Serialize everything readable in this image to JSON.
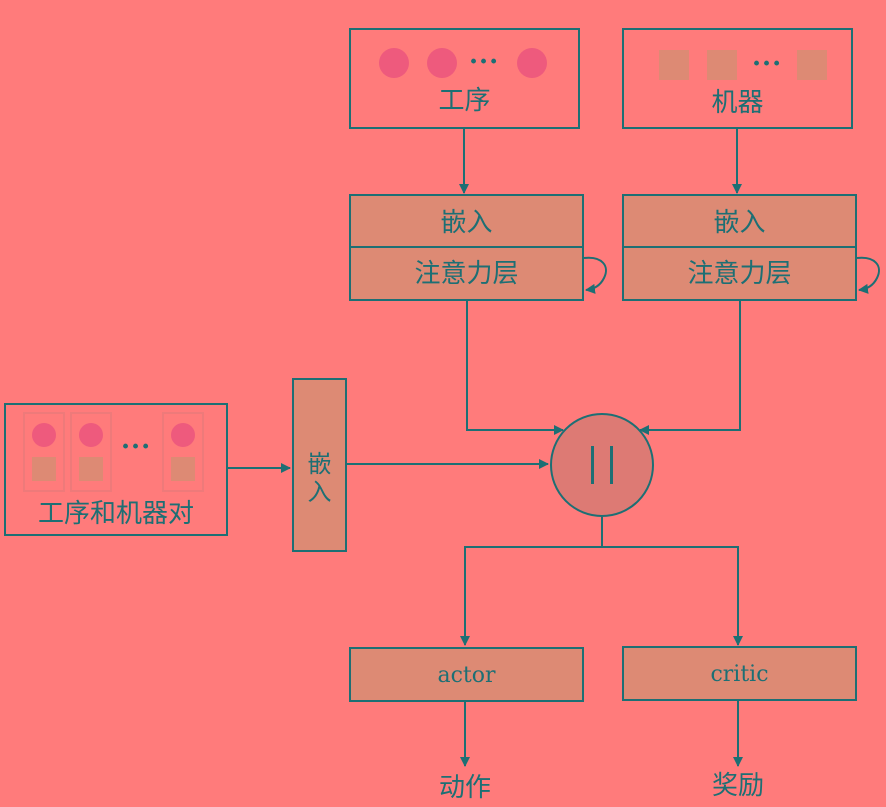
{
  "nodes": {
    "process": {
      "label": "工序",
      "ellipsis": "···"
    },
    "machine": {
      "label": "机器",
      "ellipsis": "···"
    },
    "process_embed": {
      "label": "嵌入"
    },
    "process_attention": {
      "label": "注意力层"
    },
    "machine_embed": {
      "label": "嵌入"
    },
    "machine_attention": {
      "label": "注意力层"
    },
    "pair": {
      "label": "工序和机器对",
      "ellipsis": "···"
    },
    "pair_embed": {
      "label_top": "嵌",
      "label_bottom": "入"
    },
    "concat": {
      "symbol": "||"
    },
    "actor": {
      "label": "actor"
    },
    "critic": {
      "label": "critic"
    }
  },
  "outputs": {
    "action": "动作",
    "reward": "奖励"
  },
  "colors": {
    "background": "#ff7b7b",
    "stroke": "#1d6f74",
    "box_fill": "#dd8a74",
    "circle_token": "#ee5a7d",
    "square_token": "#dd8a74"
  },
  "icons": {
    "process_token": "circle",
    "machine_token": "square",
    "concat": "double-bar"
  }
}
